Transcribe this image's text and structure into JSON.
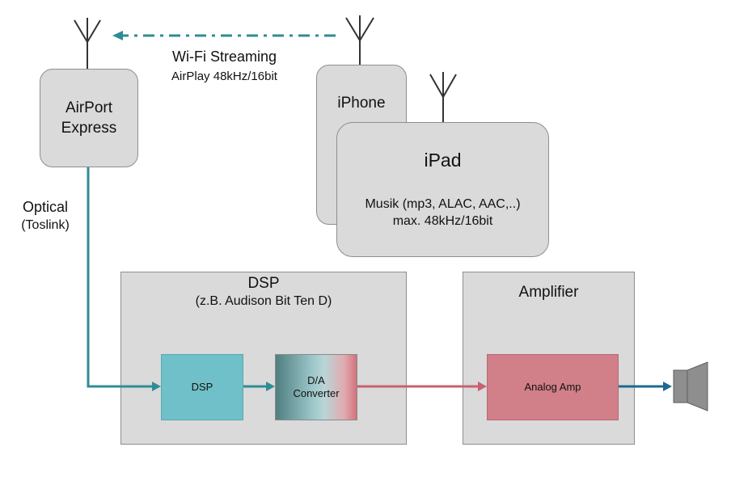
{
  "wifi": {
    "title": "Wi-Fi Streaming",
    "subtitle": "AirPlay 48kHz/16bit"
  },
  "airport": {
    "line1": "AirPort",
    "line2": "Express"
  },
  "optical": {
    "line1": "Optical",
    "line2": "(Toslink)"
  },
  "iphone": {
    "label": "iPhone"
  },
  "ipad": {
    "title": "iPad",
    "line1": "Musik (mp3, ALAC, AAC,..)",
    "line2": "max. 48kHz/16bit"
  },
  "dsp_panel": {
    "title": "DSP",
    "subtitle": "(z.B. Audison Bit Ten D)"
  },
  "dsp_block": {
    "label": "DSP"
  },
  "da_block": {
    "line1": "D/A",
    "line2": "Converter"
  },
  "amp_panel": {
    "title": "Amplifier"
  },
  "amp_block": {
    "label": "Analog Amp"
  },
  "colors": {
    "teal": "#2f8c96",
    "red": "#c9616e",
    "blue": "#1d6a8e",
    "dsp_fill": "#6fc0c8",
    "amp_fill": "#d17f89"
  }
}
